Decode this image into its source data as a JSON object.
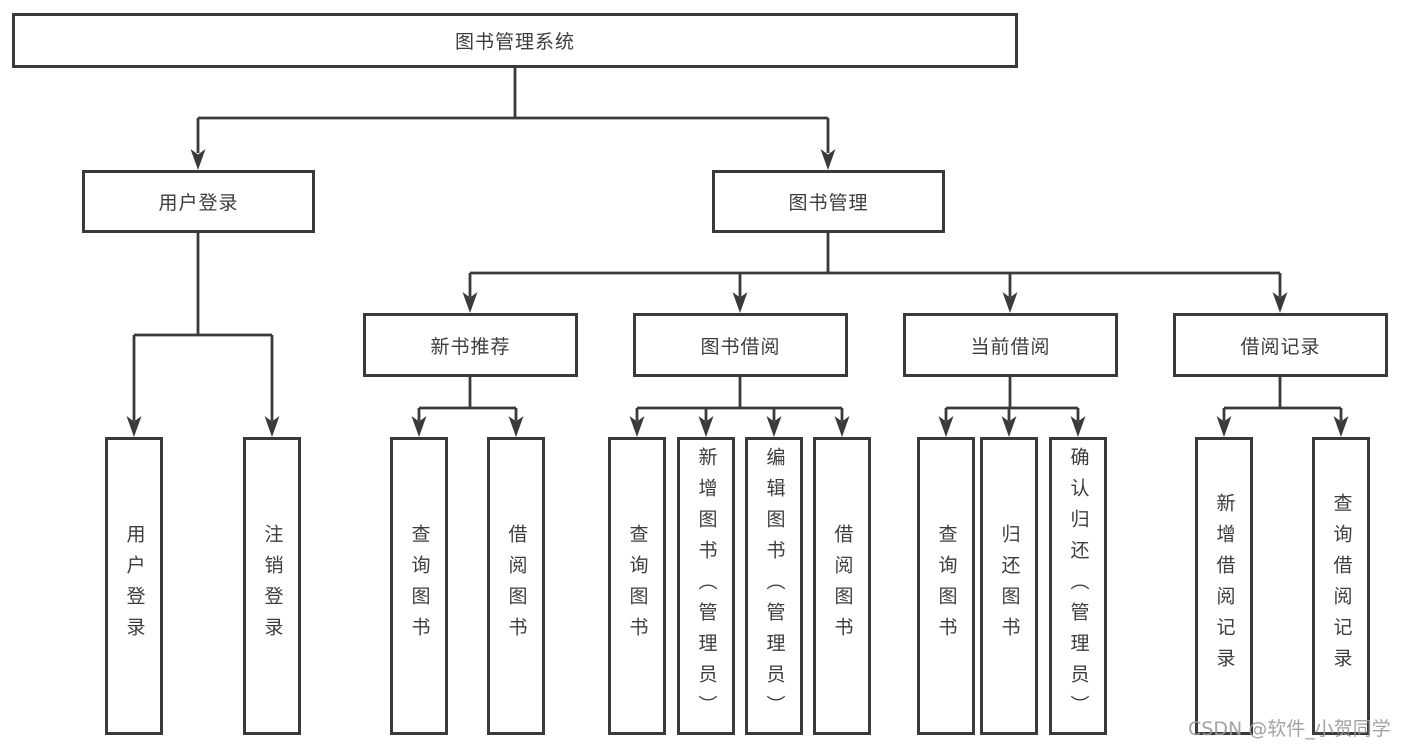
{
  "colors": {
    "background": "#ffffff",
    "line": "#3a3a3a",
    "text": "#3d3d3d",
    "watermark": "#9c9c9c"
  },
  "watermark": {
    "text": "CSDN @软件_小贺同学"
  },
  "tree": {
    "root": "图书管理系统",
    "children": [
      {
        "label": "用户登录",
        "children": [
          "用户登录",
          "注销登录"
        ]
      },
      {
        "label": "图书管理",
        "children": [
          {
            "label": "新书推荐",
            "children": [
              "查询图书",
              "借阅图书"
            ]
          },
          {
            "label": "图书借阅",
            "children": [
              "查询图书",
              "新增图书（管理员）",
              "编辑图书（管理员）",
              "借阅图书"
            ]
          },
          {
            "label": "当前借阅",
            "children": [
              "查询图书",
              "归还图书",
              "确认归还（管理员）"
            ]
          },
          {
            "label": "借阅记录",
            "children": [
              "新增借阅记录",
              "查询借阅记录"
            ]
          }
        ]
      }
    ]
  }
}
